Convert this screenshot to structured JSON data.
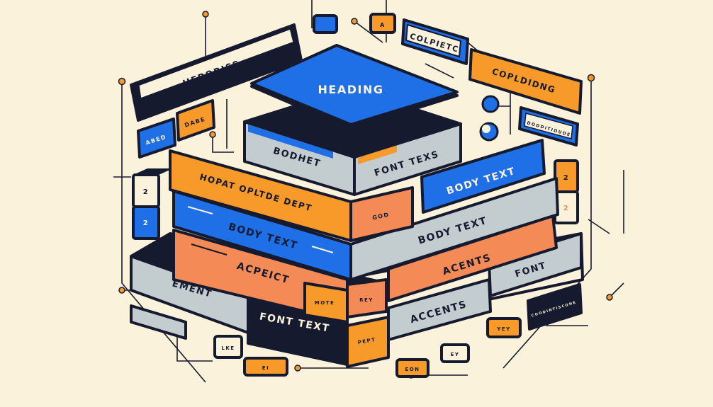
{
  "palette": {
    "background": "#fbf2dc",
    "navy": "#161a2e",
    "blue": "#1f6fe6",
    "orange": "#f79a2a",
    "coral": "#f48a55",
    "gray": "#c3cdd0",
    "cream": "#fbf2dc"
  },
  "labels": {
    "heading": "HEADING",
    "hepoeiss": "HEPORISS",
    "colpietc": "COLPIETC",
    "copldidng": "COPLDIDNG",
    "abed": "ABED",
    "dabe": "DABE",
    "bodhet": "BODHET",
    "font_texs": "FONT TEXS",
    "hopat": "HOPAT OPLTDE DEPT",
    "body_text_1": "BODY TEXT",
    "body_text_2": "BODY TEXT",
    "body_text_3": "BODY TEXT",
    "god": "GOD",
    "acpeict": "ACPEICT",
    "acents": "ACENTS",
    "font": "FONT",
    "ement": "EMENT",
    "mote": "MOTE",
    "rey": "REY",
    "accents": "ACCENTS",
    "font_text": "FONT TEXT",
    "pept": "PEPT",
    "dot_label": "DODDITIOUDE",
    "side_num_1": "2",
    "side_num_2": "2",
    "side_num_3": "2",
    "side_num_4": "2",
    "lke": "LKE",
    "ei": "EI",
    "eon": "EON",
    "ey": "EY",
    "yey": "YEY",
    "bottom_right": "COODINTISCOHE",
    "small_a": "A"
  }
}
